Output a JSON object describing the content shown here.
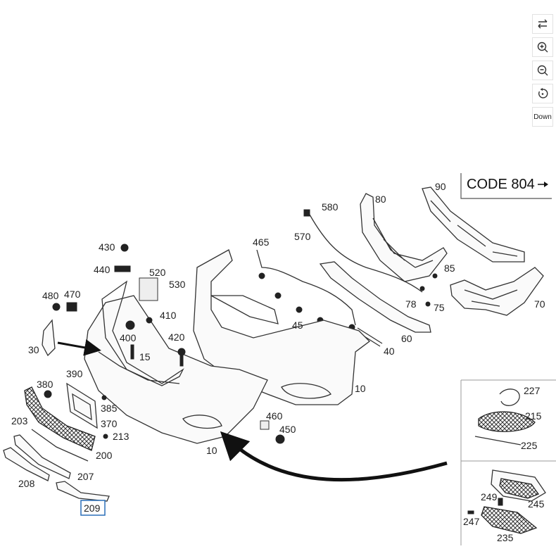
{
  "toolbar": {
    "swap_icon": "swap-arrows-icon",
    "zoom_in_icon": "zoom-in-icon",
    "zoom_out_icon": "zoom-out-icon",
    "rotate_icon": "rotate-icon",
    "download_label": "Down"
  },
  "diagram": {
    "code_label": "CODE 804",
    "highlighted_callout": "209",
    "callouts": {
      "c90": "90",
      "c80": "80",
      "c580": "580",
      "c570": "570",
      "c465": "465",
      "c430": "430",
      "c440": "440",
      "c520": "520",
      "c530": "530",
      "c85": "85",
      "c480": "480",
      "c470": "470",
      "c410": "410",
      "c78": "78",
      "c75": "75",
      "c70": "70",
      "c45": "45",
      "c60": "60",
      "c400": "400",
      "c30": "30",
      "c420": "420",
      "c15": "15",
      "c40": "40",
      "c390": "390",
      "c380": "380",
      "c10a": "10",
      "c385": "385",
      "c227": "227",
      "c215": "215",
      "c370": "370",
      "c460": "460",
      "c203": "203",
      "c213": "213",
      "c450": "450",
      "c225": "225",
      "c200": "200",
      "c10b": "10",
      "c207": "207",
      "c208": "208",
      "c249": "249",
      "c245": "245",
      "c247": "247",
      "c235": "235"
    }
  }
}
